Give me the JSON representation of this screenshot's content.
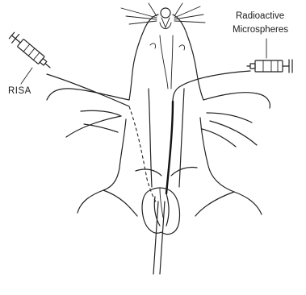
{
  "labels": {
    "left_syringe": "RISA",
    "right_syringe_line1": "Radioactive",
    "right_syringe_line2": "Microspheres"
  }
}
